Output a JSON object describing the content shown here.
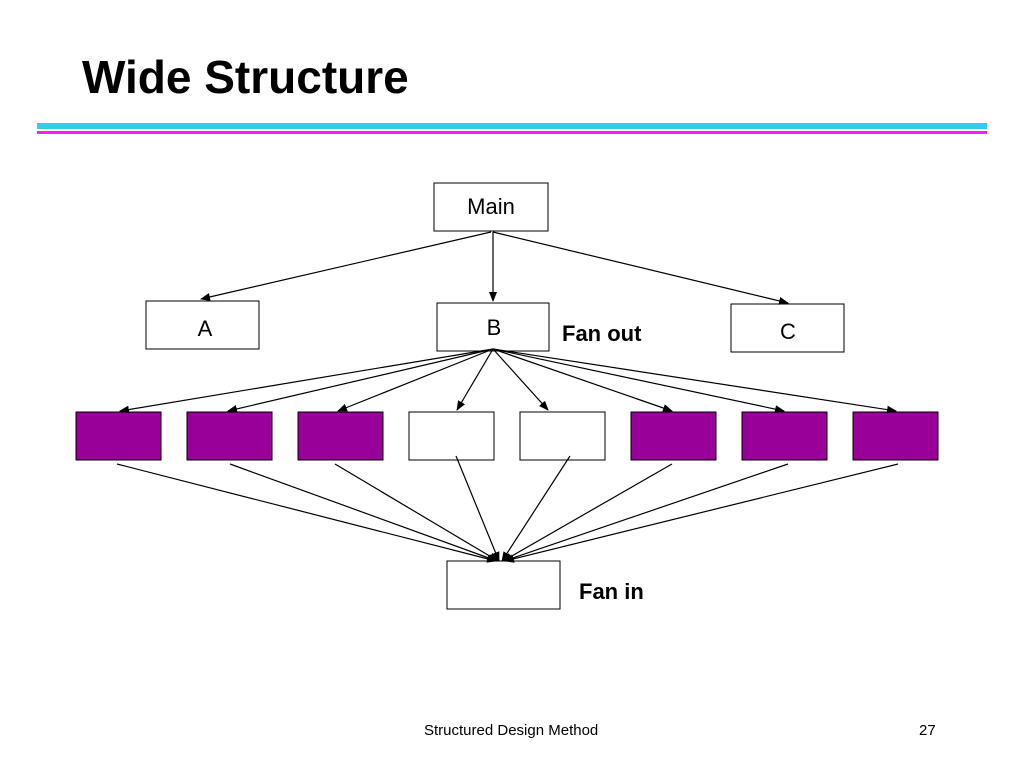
{
  "slide": {
    "title": "Wide Structure",
    "footer_text": "Structured Design Method",
    "page_number": "27"
  },
  "diagram": {
    "nodes": {
      "main": "Main",
      "a": "A",
      "b": "B",
      "c": "C"
    },
    "annotations": {
      "fan_out": "Fan out",
      "fan_in": "Fan in"
    }
  },
  "colors": {
    "filled_module": "#990099",
    "rule_top": "#33ccee",
    "rule_bottom": "#ee22ee"
  }
}
